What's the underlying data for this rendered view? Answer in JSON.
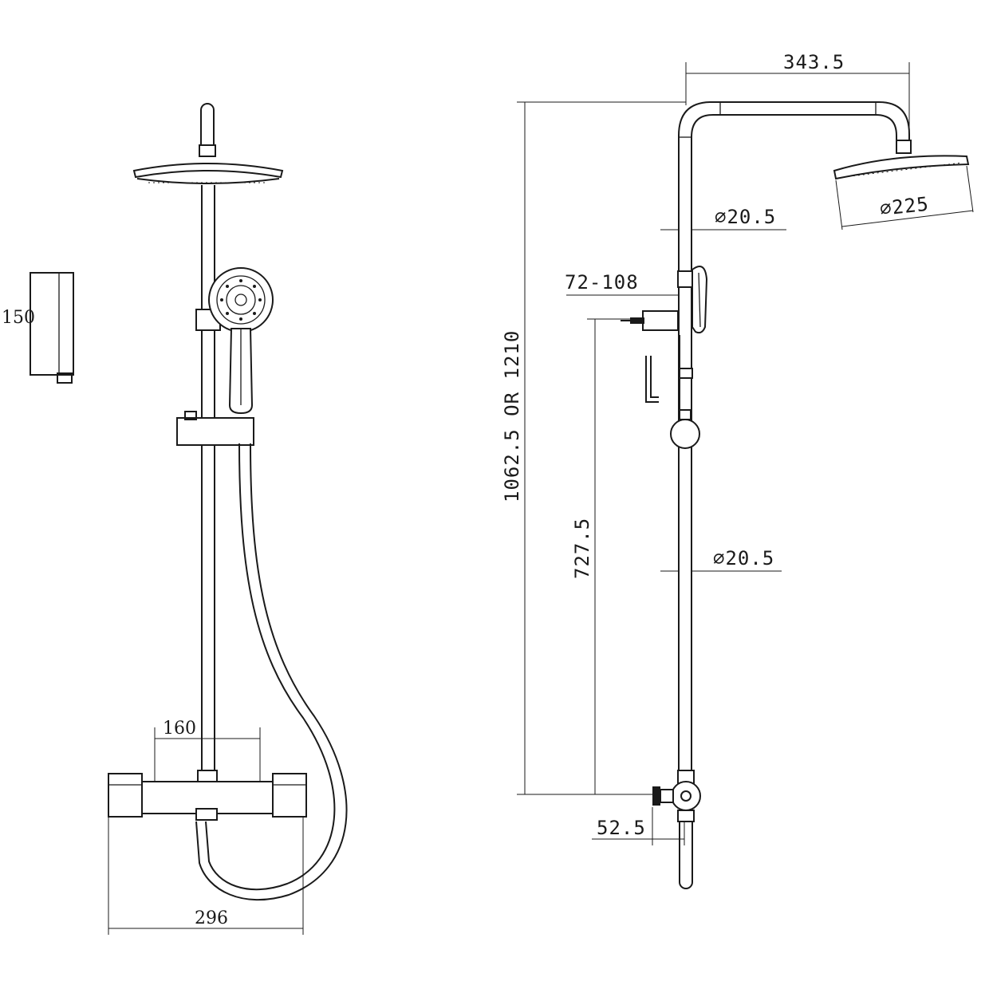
{
  "dimensions": {
    "left_box_height": "150",
    "valve_spacing": "160",
    "valve_width": "296",
    "arm_reach": "343.5",
    "pipe_diameter_top": "∅20.5",
    "head_diameter": "∅225",
    "bracket_range": "72-108",
    "overall_height": "1062.5 OR 1210",
    "bracket_height": "727.5",
    "pipe_diameter_bottom": "∅20.5",
    "inlet_offset": "52.5"
  }
}
